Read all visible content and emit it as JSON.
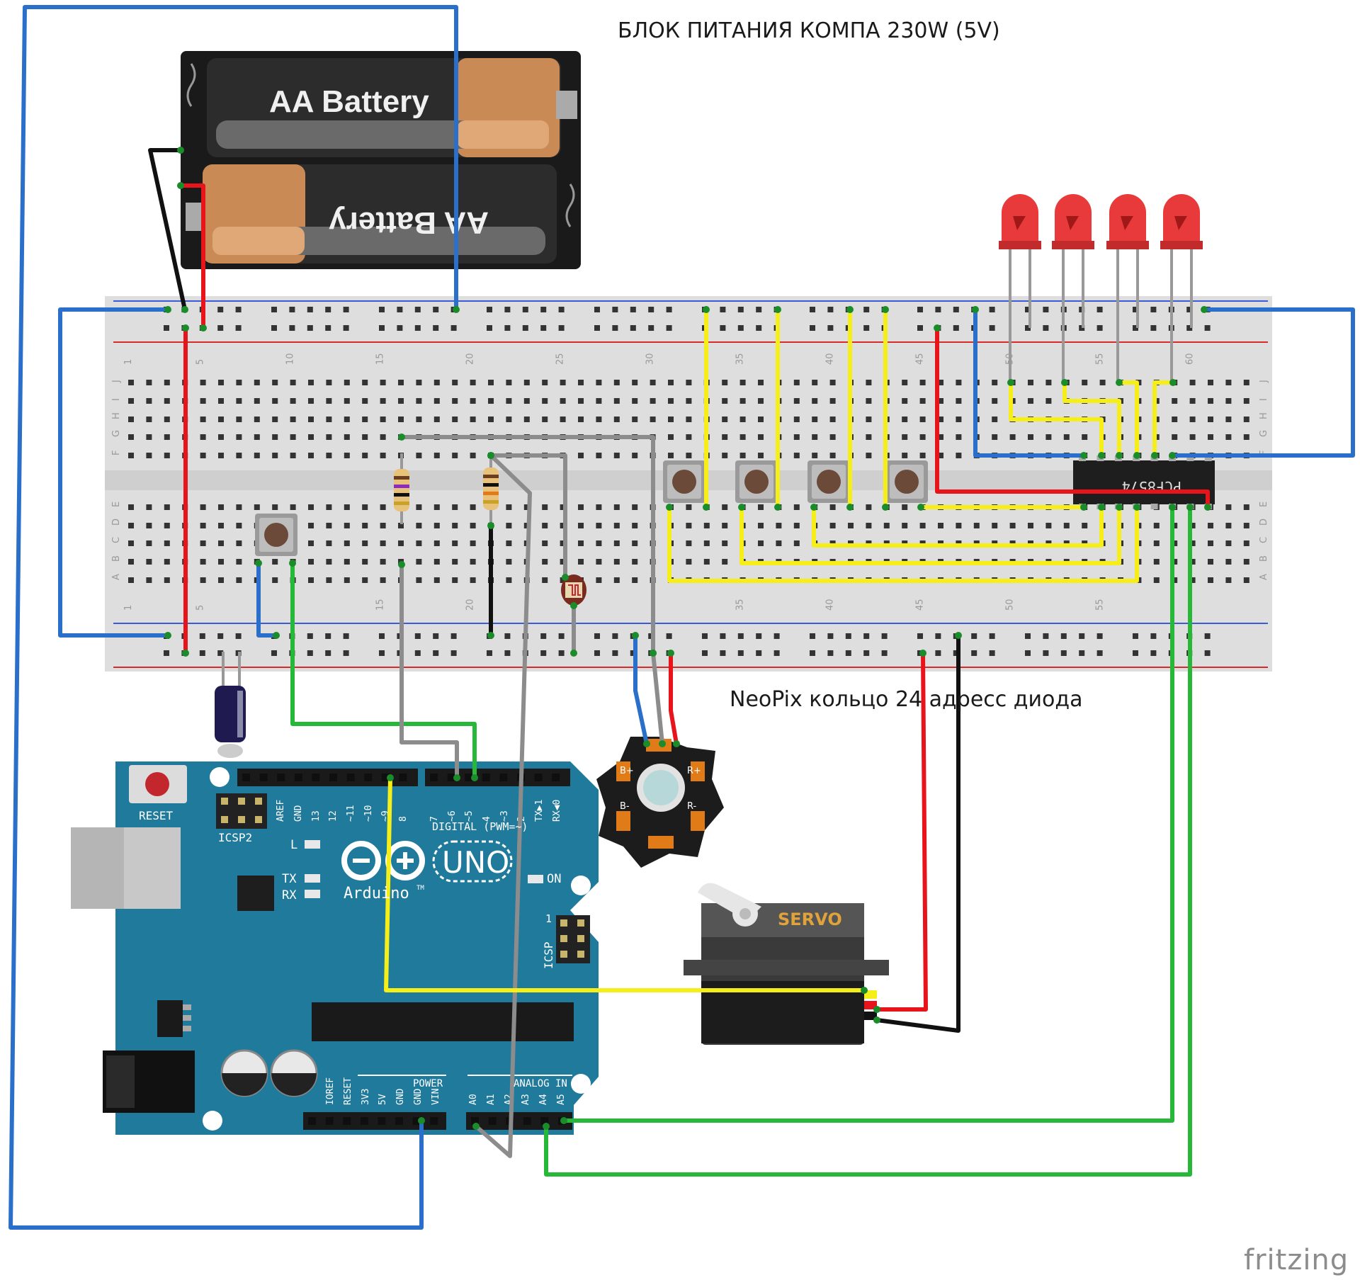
{
  "annotations": {
    "power_supply": "БЛОК ПИТАНИЯ КОМПА 230W (5V)",
    "neopixel": "NeoPix кольцо 24 адресс диода"
  },
  "watermark": "fritzing",
  "battery": {
    "label_top": "AA Battery",
    "label_bottom": "AA Battery"
  },
  "breadboard": {
    "row_letters_top": [
      "J",
      "I",
      "H",
      "G",
      "F"
    ],
    "row_letters_bottom": [
      "E",
      "D",
      "C",
      "B",
      "A"
    ],
    "column_numbers_top": [
      "1",
      "5",
      "10",
      "15",
      "20",
      "25",
      "30",
      "35",
      "40",
      "45",
      "50",
      "55",
      "60"
    ],
    "column_numbers_bottom": [
      "1",
      "5",
      "15",
      "20",
      "35",
      "40",
      "45",
      "50",
      "55"
    ]
  },
  "ic": {
    "label": "PCF8574"
  },
  "arduino": {
    "reset_label": "RESET",
    "icsp2_label": "ICSP2",
    "icsp_label": "ICSP",
    "icsp_pin1": "1",
    "digital_pins": [
      "AREF",
      "GND",
      "13",
      "12",
      "~11",
      "~10",
      "~9",
      "8",
      "7",
      "~6",
      "~5",
      "4",
      "~3",
      "2",
      "TX▶1",
      "RX◀0"
    ],
    "digital_label": "DIGITAL (PWM=~)",
    "led_l": "L",
    "led_tx": "TX",
    "led_rx": "RX",
    "led_on": "ON",
    "brand": "Arduino",
    "trademark": "TM",
    "model": "UNO",
    "power_pins": [
      "IOREF",
      "RESET",
      "3V3",
      "5V",
      "GND",
      "GND",
      "VIN"
    ],
    "power_label": "POWER",
    "analog_pins": [
      "A0",
      "A1",
      "A2",
      "A3",
      "A4",
      "A5"
    ],
    "analog_label": "ANALOG IN"
  },
  "rgb_led": {
    "b_plus": "B+",
    "r_plus": "R+",
    "b_minus": "B-",
    "r_minus": "R-"
  },
  "servo": {
    "label": "SERVO"
  },
  "colors": {
    "wire_blue": "#2a6fc9",
    "wire_red": "#e8141b",
    "wire_black": "#111111",
    "wire_yellow": "#f5ee18",
    "wire_green": "#27b83a",
    "wire_gray": "#8c8c8c",
    "arduino_board": "#1f7a9c",
    "breadboard": "#dcdcdc",
    "rail_blue": "#3b5bd6",
    "rail_red": "#d62b2b",
    "led_red": "#e83a3a",
    "battery_copper": "#c98a55"
  }
}
